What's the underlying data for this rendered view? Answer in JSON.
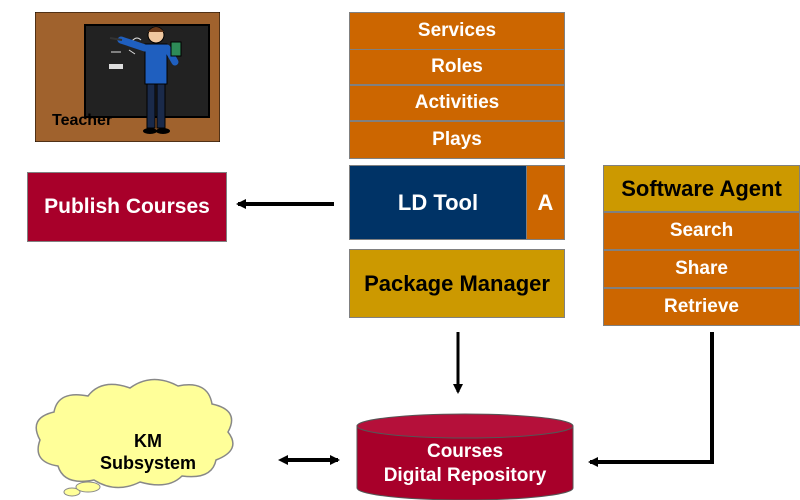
{
  "teacher": {
    "label": "Teacher"
  },
  "ld_stack": {
    "services": "Services",
    "roles": "Roles",
    "activities": "Activities",
    "plays": "Plays",
    "ld_tool": "LD Tool",
    "agent_badge": "A",
    "package_manager": "Package Manager"
  },
  "publish": {
    "label": "Publish Courses"
  },
  "software_agent": {
    "title": "Software Agent",
    "search": "Search",
    "share": "Share",
    "retrieve": "Retrieve"
  },
  "repository": {
    "line1": "Courses",
    "line2": "Digital Repository"
  },
  "km": {
    "line1": "KM",
    "line2": "Subsystem"
  },
  "colors": {
    "orange": "#cc6600",
    "gold": "#cc9900",
    "crimson": "#a8002a",
    "navy": "#003366",
    "cloud": "#ffff99",
    "board_frame": "#a0622d",
    "chalkboard": "#222222"
  }
}
